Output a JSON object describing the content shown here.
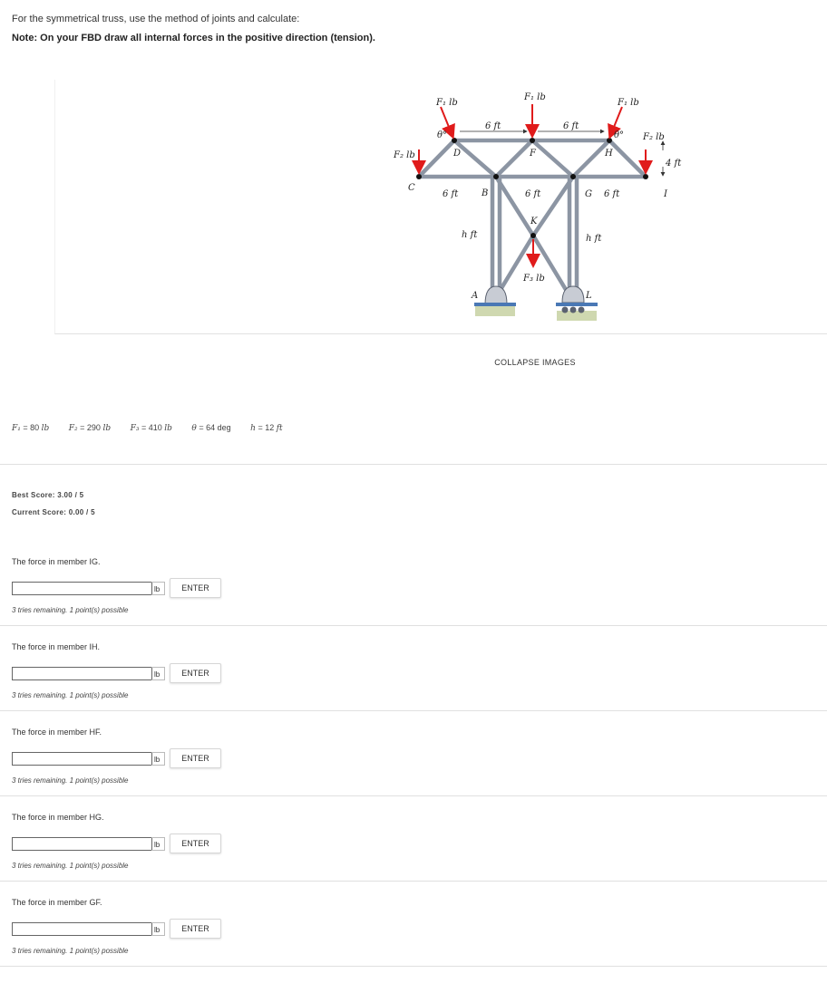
{
  "intro_text": "For the symmetrical truss, use the method of joints and calculate:",
  "note_text": "Note: On your FBD draw all internal forces in the positive direction (tension).",
  "figure": {
    "force_labels": {
      "f1": "F₁ lb",
      "f2": "F₂ lb",
      "f3": "F₃ lb"
    },
    "dim_labels": {
      "six_ft": "6 ft",
      "h_ft": "h ft",
      "four_ft": "4 ft",
      "angle": "θ°"
    },
    "joint_labels": {
      "A": "A",
      "B": "B",
      "C": "C",
      "D": "D",
      "F": "F",
      "G": "G",
      "H": "H",
      "I": "I",
      "K": "K",
      "L": "L"
    },
    "colors": {
      "member": "#8c95a3",
      "member_dark": "#5b6270",
      "force_arrow": "#e01b1b",
      "support": "#4a78b5"
    }
  },
  "collapse_label": "COLLAPSE IMAGES",
  "params": [
    {
      "sym": "F₁",
      "eq": " = 80 ",
      "unit": "lb"
    },
    {
      "sym": "F₂",
      "eq": " = 290 ",
      "unit": "lb"
    },
    {
      "sym": "F₃",
      "eq": " = 410 ",
      "unit": "lb"
    },
    {
      "sym": "θ",
      "eq": " = 64 ",
      "unit": "deg"
    },
    {
      "sym": "h",
      "eq": " = 12 ",
      "unit": "ft"
    }
  ],
  "scores": {
    "best": "Best Score: 3.00 / 5",
    "current": "Current Score: 0.00 / 5"
  },
  "questions": [
    {
      "prompt": "The force in member IG.",
      "value": "",
      "unit": "lb",
      "button": "ENTER",
      "tries": "3 tries remaining. 1 point(s) possible"
    },
    {
      "prompt": "The force in member IH.",
      "value": "",
      "unit": "lb",
      "button": "ENTER",
      "tries": "3 tries remaining. 1 point(s) possible"
    },
    {
      "prompt": "The force in member HF.",
      "value": "",
      "unit": "lb",
      "button": "ENTER",
      "tries": "3 tries remaining. 1 point(s) possible"
    },
    {
      "prompt": "The force in member HG.",
      "value": "",
      "unit": "lb",
      "button": "ENTER",
      "tries": "3 tries remaining. 1 point(s) possible"
    },
    {
      "prompt": "The force in member GF.",
      "value": "",
      "unit": "lb",
      "button": "ENTER",
      "tries": "3 tries remaining. 1 point(s) possible"
    }
  ]
}
